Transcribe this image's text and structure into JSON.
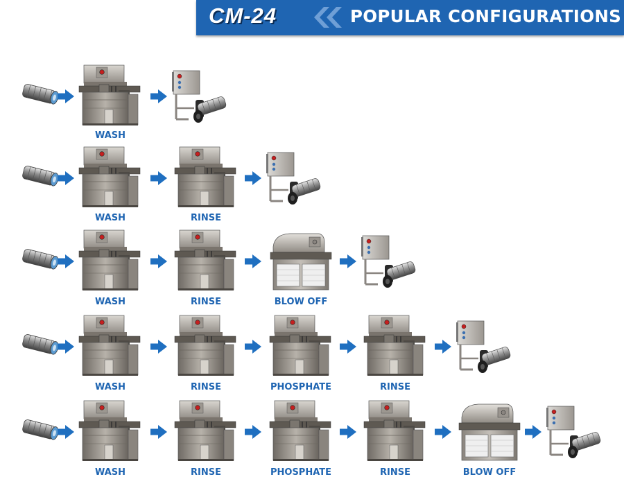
{
  "header": {
    "logo_text": "CM-24",
    "title": "POPULAR CONFIGURATIONS",
    "bar_color": "#1f65b2",
    "chevron_icon": "double-chevron-left-icon"
  },
  "colors": {
    "arrow": "#1f6fc0",
    "label": "#1f65b2",
    "steel": "#8d8882"
  },
  "configurations": [
    {
      "stages": [
        {
          "type": "wash",
          "label": "WASH"
        }
      ]
    },
    {
      "stages": [
        {
          "type": "wash",
          "label": "WASH"
        },
        {
          "type": "wash",
          "label": "RINSE"
        }
      ]
    },
    {
      "stages": [
        {
          "type": "wash",
          "label": "WASH"
        },
        {
          "type": "wash",
          "label": "RINSE"
        },
        {
          "type": "blow",
          "label": "BLOW OFF"
        }
      ]
    },
    {
      "stages": [
        {
          "type": "wash",
          "label": "WASH"
        },
        {
          "type": "wash",
          "label": "RINSE"
        },
        {
          "type": "wash",
          "label": "PHOSPHATE"
        },
        {
          "type": "wash",
          "label": "RINSE"
        }
      ]
    },
    {
      "stages": [
        {
          "type": "wash",
          "label": "WASH"
        },
        {
          "type": "wash",
          "label": "RINSE"
        },
        {
          "type": "wash",
          "label": "PHOSPHATE"
        },
        {
          "type": "wash",
          "label": "RINSE"
        },
        {
          "type": "blow",
          "label": "BLOW OFF"
        }
      ]
    }
  ]
}
